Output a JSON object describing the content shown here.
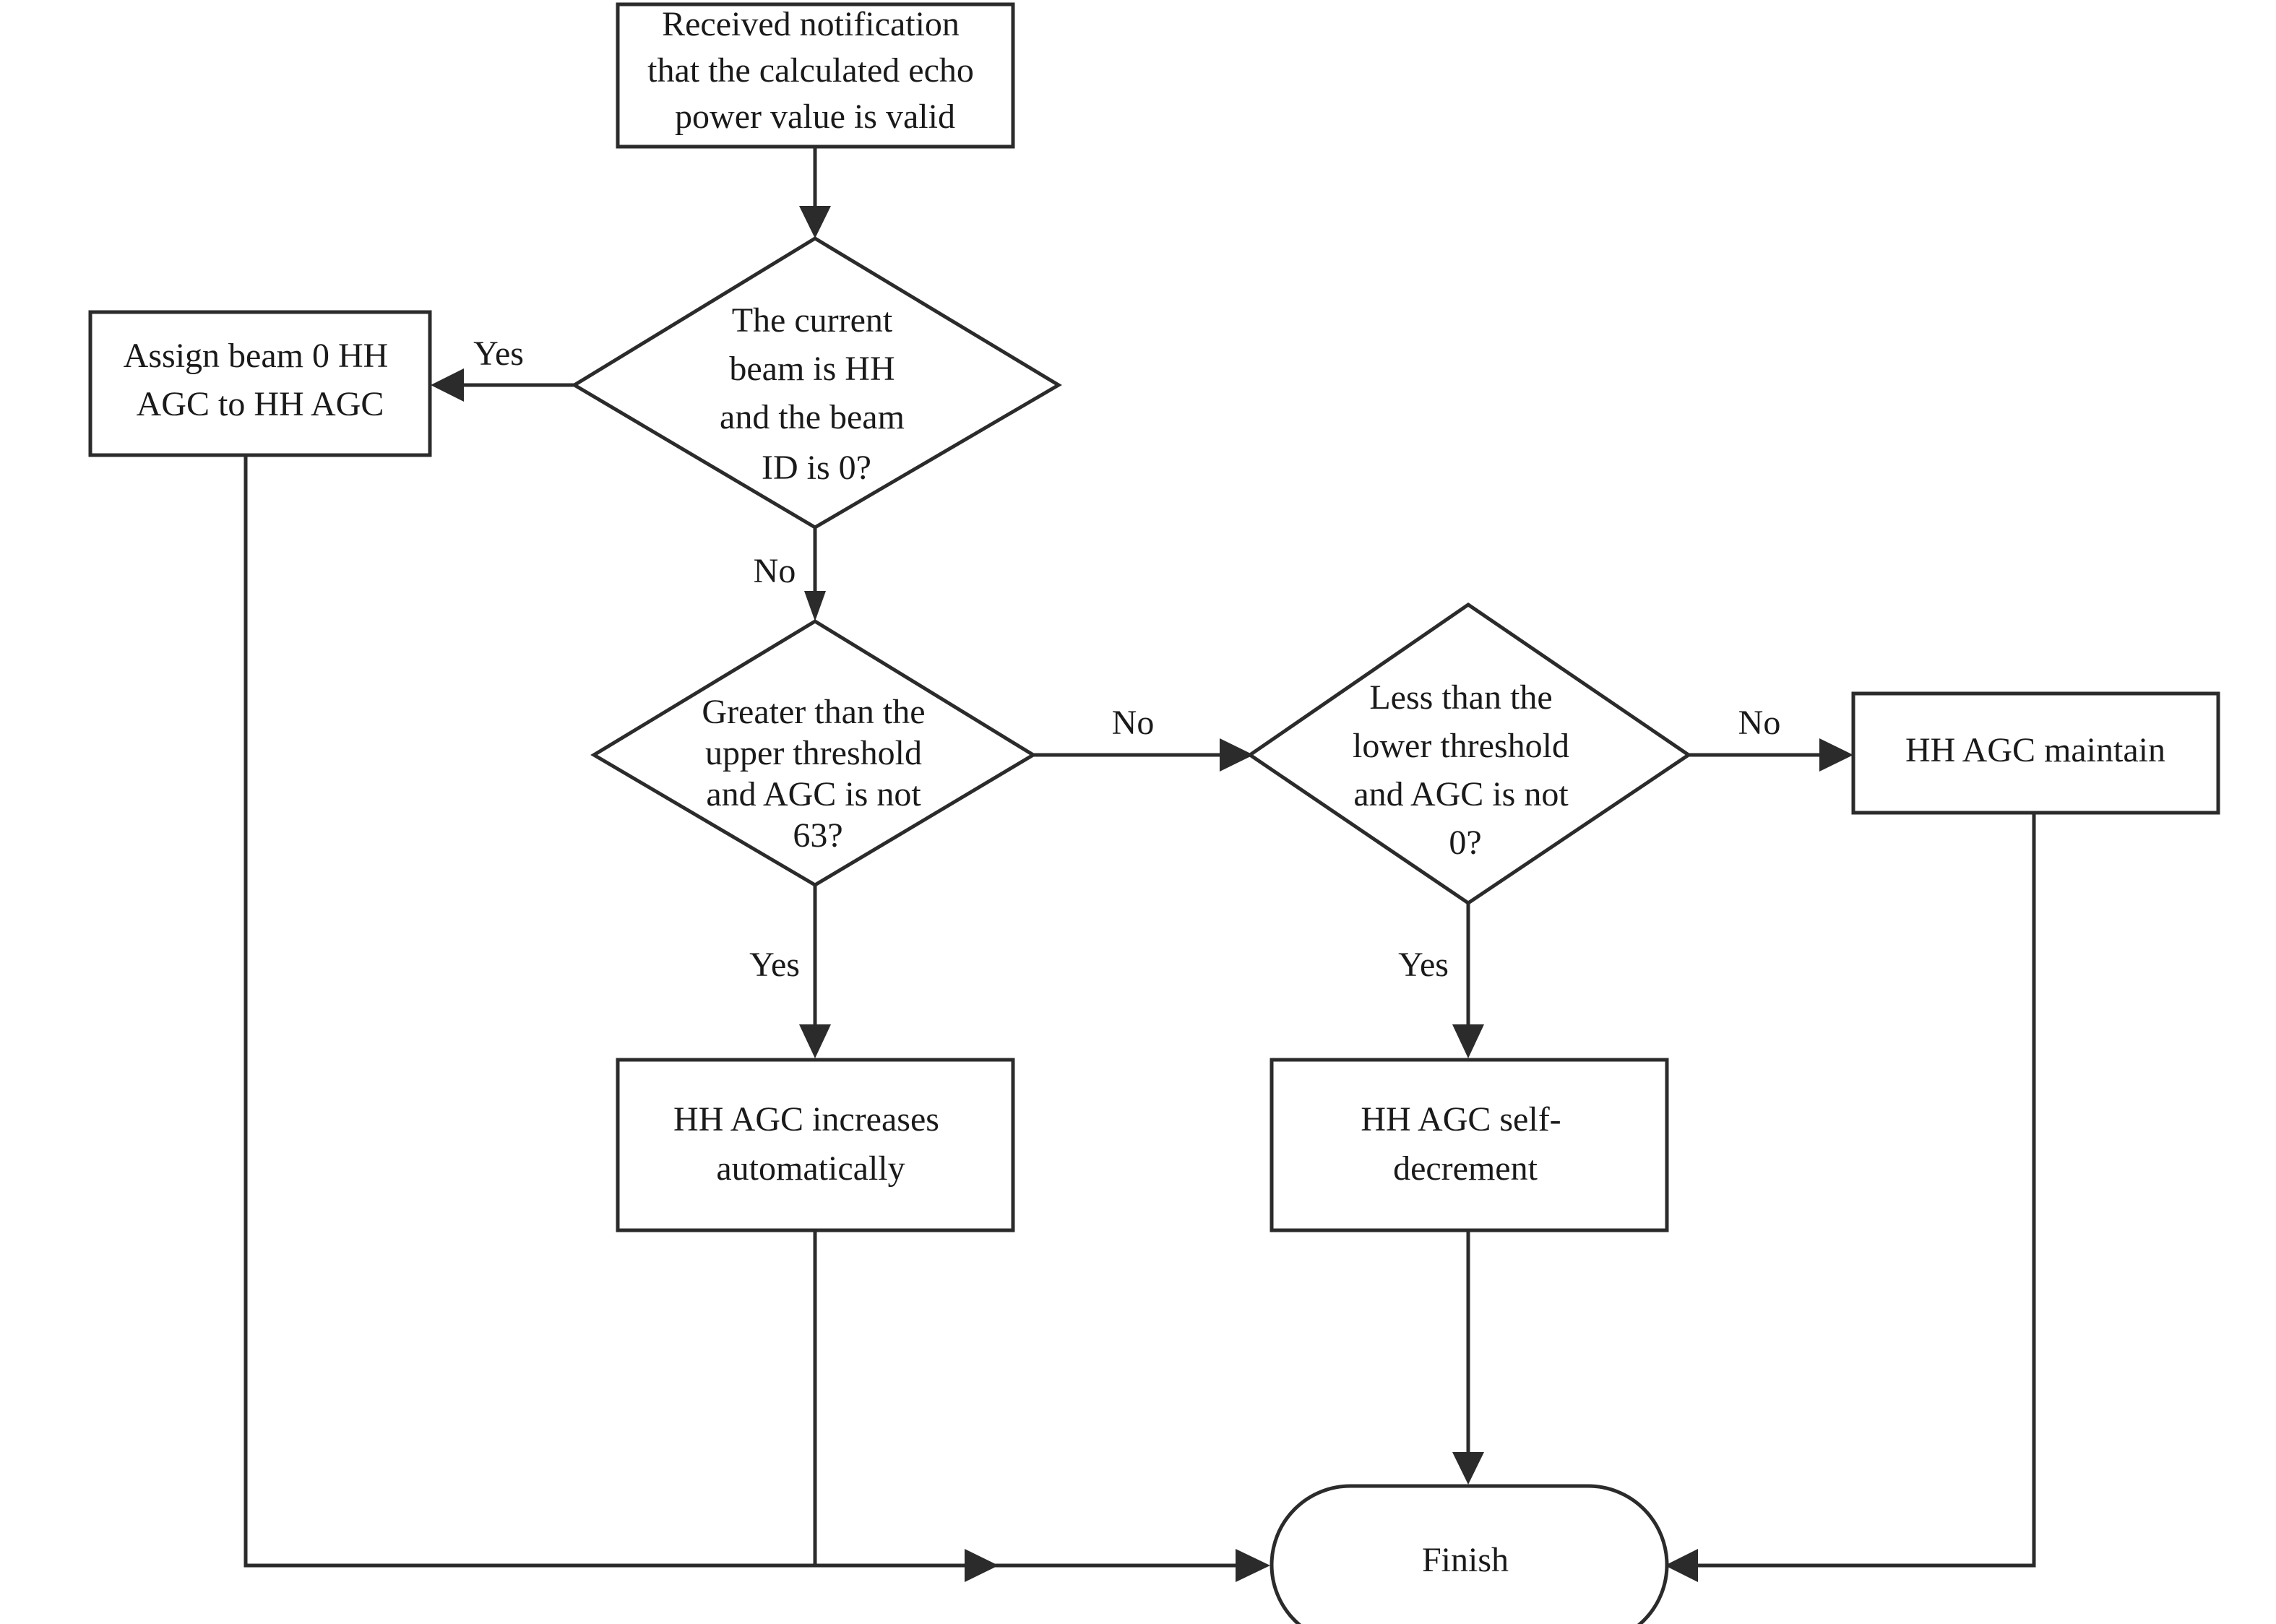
{
  "nodes": {
    "start": {
      "lines": [
        "Received notification",
        "that the calculated echo",
        "power value is valid"
      ]
    },
    "decision_beam": {
      "lines": [
        "The current",
        "beam is HH",
        "and the beam",
        "ID is 0?"
      ]
    },
    "assign": {
      "lines": [
        "Assign beam 0 HH",
        "AGC to HH AGC"
      ]
    },
    "decision_upper": {
      "lines": [
        "Greater than the",
        "upper threshold",
        "and AGC is not",
        "63?"
      ]
    },
    "decision_lower": {
      "lines": [
        "Less than the",
        "lower threshold",
        "and AGC is not",
        "0?"
      ]
    },
    "maintain": {
      "lines": [
        "HH AGC maintain"
      ]
    },
    "increase": {
      "lines": [
        "HH AGC increases",
        "automatically"
      ]
    },
    "decrement": {
      "lines": [
        "HH AGC self-",
        "decrement"
      ]
    },
    "finish": {
      "lines": [
        "Finish"
      ]
    }
  },
  "edges": {
    "beam_yes": "Yes",
    "beam_no": "No",
    "upper_no": "No",
    "upper_yes": "Yes",
    "lower_no": "No",
    "lower_yes": "Yes"
  },
  "colors": {
    "stroke": "#2b2b2b",
    "background": "#ffffff"
  }
}
